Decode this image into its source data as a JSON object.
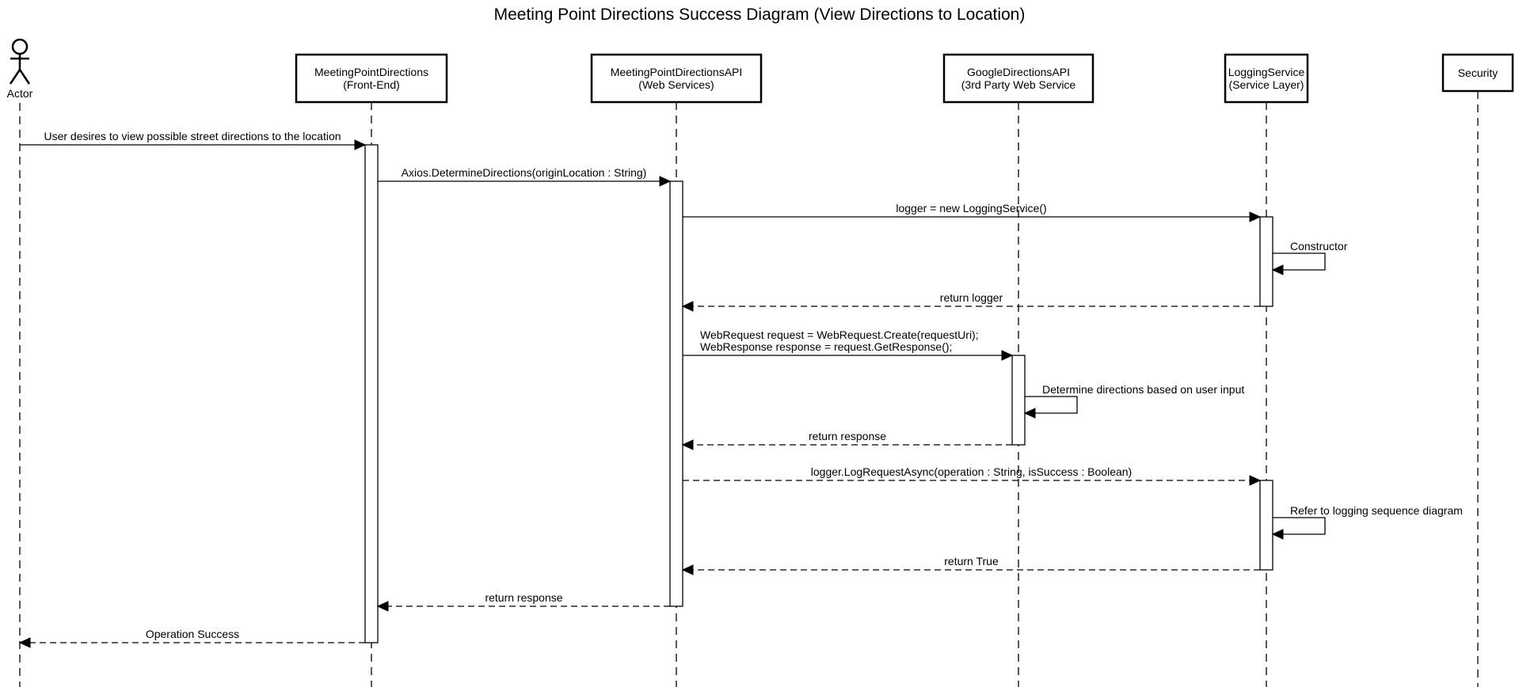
{
  "title": "Meeting Point Directions Success Diagram (View Directions to Location)",
  "actor": {
    "label": "Actor"
  },
  "participants": [
    {
      "key": "frontend",
      "lines": [
        "MeetingPointDirections",
        "(Front-End)"
      ]
    },
    {
      "key": "api",
      "lines": [
        "MeetingPointDirectionsAPI",
        "(Web Services)"
      ]
    },
    {
      "key": "google",
      "lines": [
        "GoogleDirectionsAPI",
        "(3rd Party Web Service"
      ]
    },
    {
      "key": "logging",
      "lines": [
        "LoggingService",
        "(Service Layer)"
      ]
    },
    {
      "key": "security",
      "lines": [
        "Security"
      ]
    }
  ],
  "messages": [
    {
      "from": "actor",
      "to": "frontend",
      "style": "solid",
      "lines": [
        "User desires to view possible street directions to the location"
      ]
    },
    {
      "from": "frontend",
      "to": "api",
      "style": "solid",
      "lines": [
        "Axios.DetermineDirections(originLocation : String)"
      ]
    },
    {
      "from": "api",
      "to": "logging",
      "style": "solid",
      "lines": [
        "logger = new LoggingService()"
      ]
    },
    {
      "from": "logging",
      "to": "logging",
      "style": "self",
      "lines": [
        "Constructor"
      ]
    },
    {
      "from": "logging",
      "to": "api",
      "style": "dashed",
      "lines": [
        "return logger"
      ]
    },
    {
      "from": "api",
      "to": "google",
      "style": "solid",
      "lines": [
        "WebRequest request = WebRequest.Create(requestUri);",
        "WebResponse response = request.GetResponse();"
      ]
    },
    {
      "from": "google",
      "to": "google",
      "style": "self",
      "lines": [
        "Determine directions based on user input"
      ]
    },
    {
      "from": "google",
      "to": "api",
      "style": "dashed",
      "lines": [
        "return response"
      ]
    },
    {
      "from": "api",
      "to": "logging",
      "style": "dashed",
      "lines": [
        "logger.LogRequestAsync(operation : String, isSuccess : Boolean)"
      ]
    },
    {
      "from": "logging",
      "to": "logging",
      "style": "self",
      "lines": [
        "Refer to logging sequence diagram"
      ]
    },
    {
      "from": "logging",
      "to": "api",
      "style": "dashed",
      "lines": [
        "return True"
      ]
    },
    {
      "from": "api",
      "to": "frontend",
      "style": "dashed",
      "lines": [
        "return response"
      ]
    },
    {
      "from": "frontend",
      "to": "actor",
      "style": "dashed",
      "lines": [
        "Operation Success"
      ]
    }
  ]
}
